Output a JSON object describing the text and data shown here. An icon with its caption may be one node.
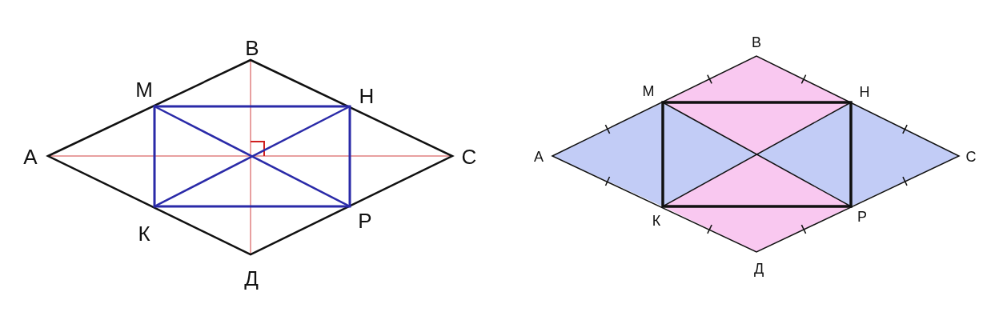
{
  "diagram": {
    "labels": [
      "В",
      "М",
      "Н",
      "А",
      "С",
      "К",
      "Р",
      "Д",
      "В",
      "М",
      "Н",
      "А",
      "С",
      "К",
      "Р",
      "Д"
    ]
  }
}
